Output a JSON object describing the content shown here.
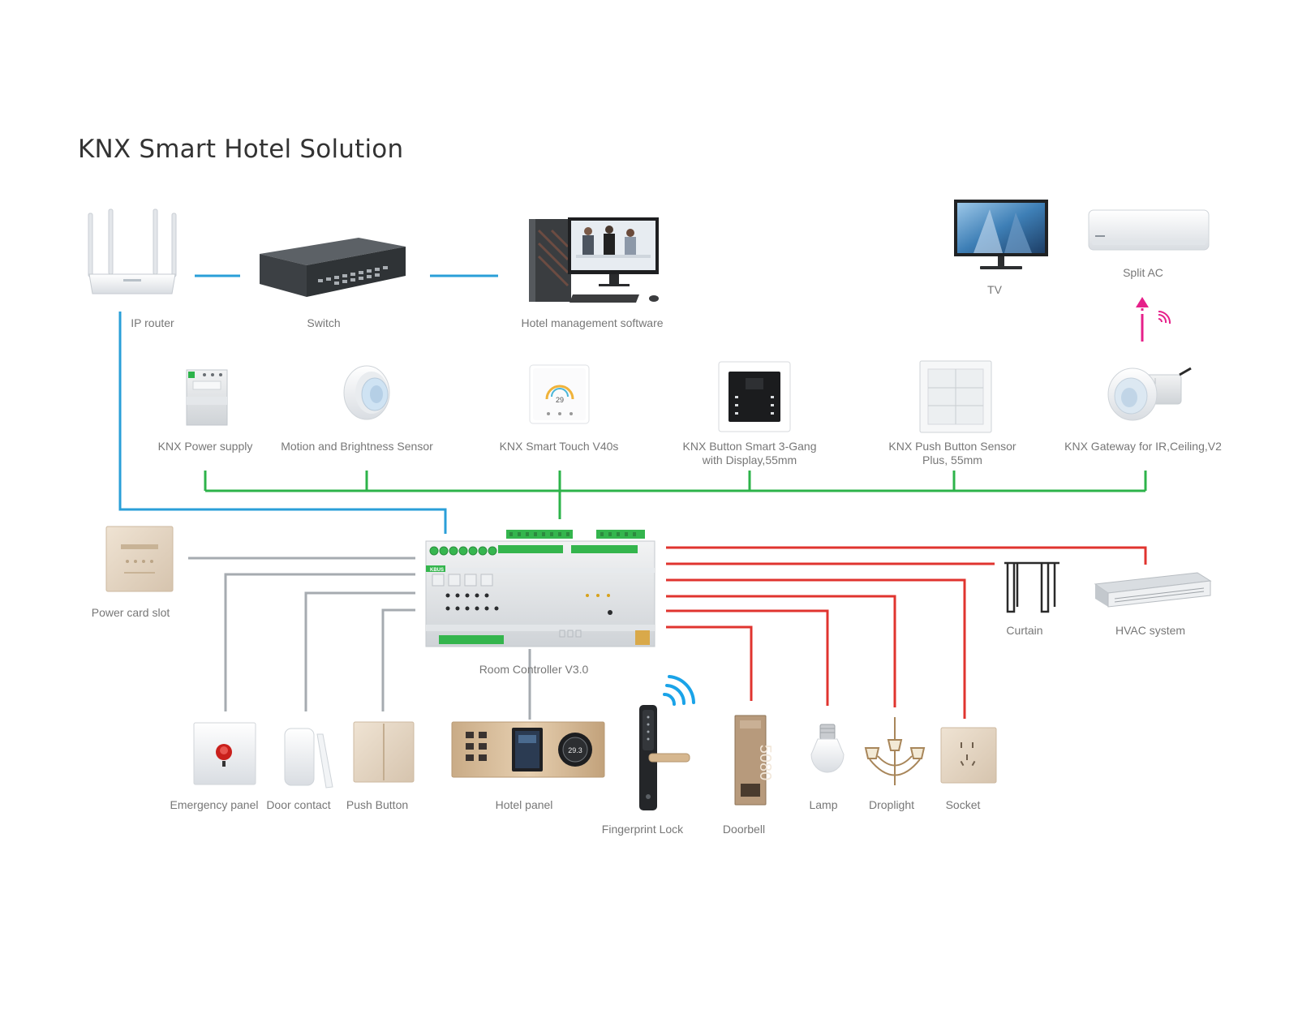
{
  "title": "KNX Smart Hotel Solution",
  "devices": {
    "ip_router": "IP router",
    "switch": "Switch",
    "hotel_software": "Hotel management software",
    "tv": "TV",
    "split_ac": "Split  AC",
    "power_supply": "KNX Power supply",
    "motion_sensor": "Motion and Brightness Sensor",
    "smart_touch": "KNX Smart Touch V40s",
    "button_smart": "KNX Button Smart 3-Gang with Display,55mm",
    "push_button_plus": "KNX Push Button Sensor Plus, 55mm",
    "gateway_ir": "KNX Gateway for IR,Ceiling,V2",
    "power_card_slot": "Power card slot",
    "room_controller": "Room Controller V3.0",
    "curtain": "Curtain",
    "hvac": "HVAC system",
    "emergency_panel": "Emergency panel",
    "door_contact": "Door contact",
    "push_button": "Push Button",
    "hotel_panel": "Hotel panel",
    "fingerprint_lock": "Fingerprint Lock",
    "doorbell": "Doorbell",
    "lamp": "Lamp",
    "droplight": "Droplight",
    "socket": "Socket"
  },
  "printed_on_devices": {
    "thermostat_temp": "29",
    "panel_temp": "29.3",
    "doorbell_number": "5080",
    "controller_brand": "KBUS"
  },
  "colors": {
    "ip_line": "#2a9fd8",
    "knx_bus": "#2db34a",
    "output_line": "#e0342f",
    "input_line": "#a6abb0",
    "ir_signal": "#e6208a",
    "wifi_signal": "#1aa3e8"
  }
}
